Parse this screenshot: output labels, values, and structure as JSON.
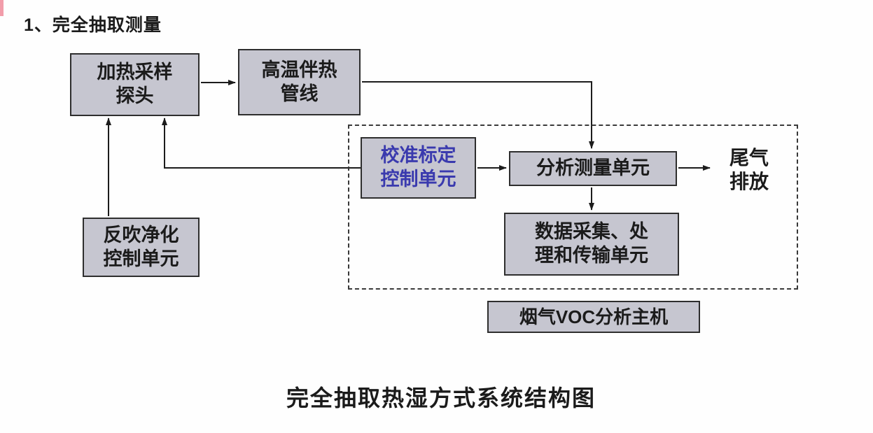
{
  "page": {
    "heading": "1、完全抽取测量",
    "caption": "完全抽取热湿方式系统结构图"
  },
  "diagram": {
    "nodes": {
      "heated_sampling_probe": {
        "label": "加热采样\n探头"
      },
      "heat_traced_line": {
        "label": "高温伴热\n管线"
      },
      "calibration_control_unit": {
        "label": "校准标定\n控制单元"
      },
      "analysis_measurement_unit": {
        "label": "分析测量单元"
      },
      "data_processing_unit": {
        "label": "数据采集、处\n理和传输单元"
      },
      "blowback_purge_unit": {
        "label": "反吹净化\n控制单元"
      },
      "voc_analyzer_host": {
        "label": "烟气VOC分析主机"
      },
      "exhaust_outlet": {
        "label": "尾气\n排放"
      }
    },
    "colors": {
      "box_fill": "#c6c6d0",
      "box_border": "#2e2e2e",
      "connector_line": "#1c1c1c",
      "calibration_text": "#3a3aae",
      "edge_marker": "#f29daa"
    }
  }
}
